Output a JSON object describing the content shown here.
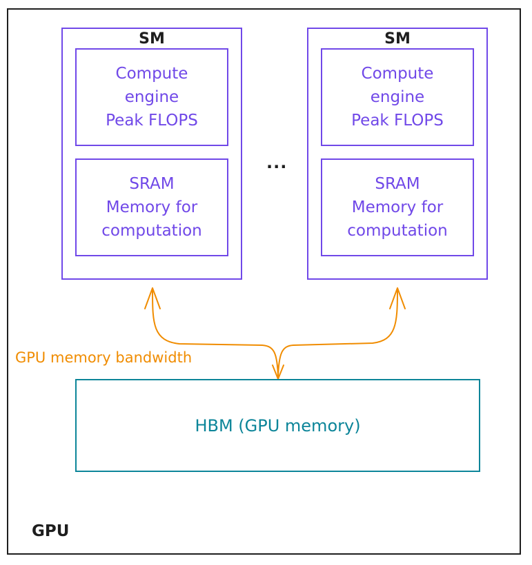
{
  "colors": {
    "frame": "#1e1e1e",
    "sm_border": "#7048e8",
    "sm_text": "#7048e8",
    "hbm": "#0c8599",
    "bandwidth": "#f08c00"
  },
  "sm_left": {
    "title": "SM",
    "compute_lines": [
      "Compute",
      "engine",
      "Peak FLOPS"
    ],
    "sram_lines": [
      "SRAM",
      "Memory for",
      "computation"
    ]
  },
  "ellipsis": "...",
  "sm_right": {
    "title": "SM",
    "compute_lines": [
      "Compute",
      "engine",
      "Peak FLOPS"
    ],
    "sram_lines": [
      "SRAM",
      "Memory for",
      "computation"
    ]
  },
  "bandwidth_label": "GPU memory bandwidth",
  "hbm_label": "HBM (GPU memory)",
  "gpu_label": "GPU"
}
